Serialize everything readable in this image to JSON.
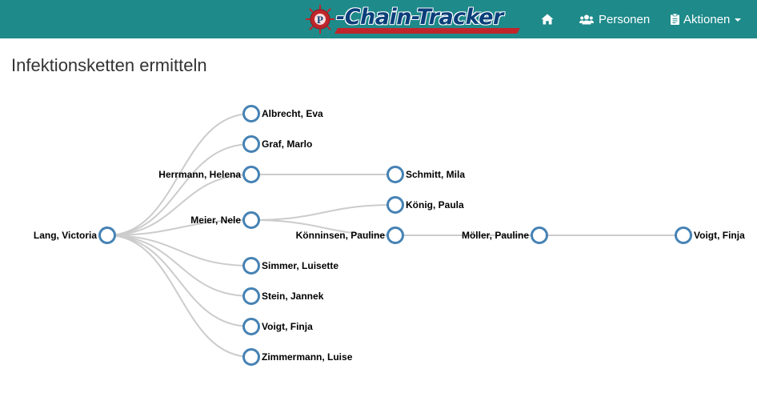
{
  "navbar": {
    "brand_text": "-Chain-Tracker",
    "brand_logo_icon": "virus-logo-icon",
    "home_icon": "home-icon",
    "persons_icon": "users-icon",
    "persons_label": "Personen",
    "actions_icon": "clipboard-icon",
    "actions_label": "Aktionen",
    "background_color": "#1e8a8a"
  },
  "page": {
    "title": "Infektionsketten ermitteln"
  },
  "tree": {
    "node_stroke_color": "#4682b4",
    "link_color": "#cccccc",
    "root": {
      "name": "Lang, Victoria",
      "children": [
        {
          "name": "Albrecht, Eva"
        },
        {
          "name": "Graf, Marlo"
        },
        {
          "name": "Herrmann, Helena",
          "children": [
            {
              "name": "Schmitt, Mila"
            }
          ]
        },
        {
          "name": "Meier, Nele",
          "children": [
            {
              "name": "König, Paula"
            },
            {
              "name": "Könninsen, Pauline",
              "children": [
                {
                  "name": "Möller, Pauline",
                  "children": [
                    {
                      "name": "Voigt, Finja"
                    }
                  ]
                }
              ]
            }
          ]
        },
        {
          "name": "Simmer, Luisette"
        },
        {
          "name": "Stein, Jannek"
        },
        {
          "name": "Voigt, Finja"
        },
        {
          "name": "Zimmermann, Luise"
        }
      ]
    }
  }
}
